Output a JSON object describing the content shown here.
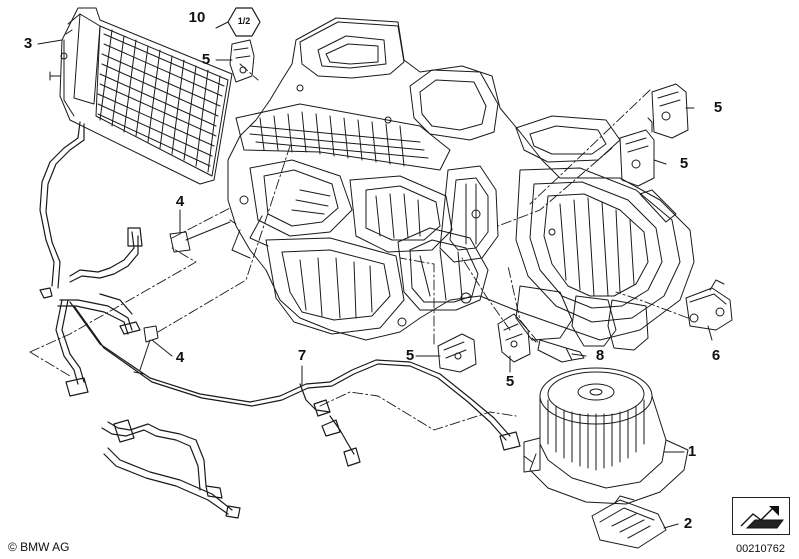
{
  "diagram": {
    "callouts": [
      {
        "id": "c1",
        "text": "1"
      },
      {
        "id": "c2",
        "text": "2"
      },
      {
        "id": "c3",
        "text": "3"
      },
      {
        "id": "c4a",
        "text": "4"
      },
      {
        "id": "c4b",
        "text": "4"
      },
      {
        "id": "c5a",
        "text": "5"
      },
      {
        "id": "c5b",
        "text": "5"
      },
      {
        "id": "c5c",
        "text": "5"
      },
      {
        "id": "c5d",
        "text": "5"
      },
      {
        "id": "c5e",
        "text": "5"
      },
      {
        "id": "c6",
        "text": "6"
      },
      {
        "id": "c7",
        "text": "7"
      },
      {
        "id": "c8",
        "text": "8"
      },
      {
        "id": "c10",
        "text": "10"
      }
    ],
    "warning_label": "1/2"
  },
  "footer": {
    "brand": "© BMW AG",
    "document_number": "00210762"
  },
  "icons": {
    "navigation": "arrow-sheet-icon"
  }
}
